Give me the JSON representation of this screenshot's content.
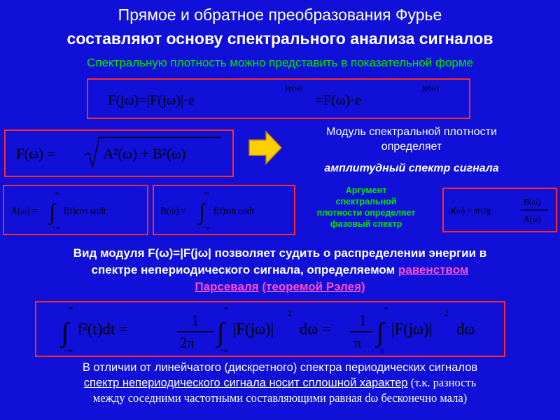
{
  "title": {
    "line1": "Прямое и обратное преобразования Фурье",
    "line2": "составляют основу спектрального анализа сигналов"
  },
  "subtitle": "Спектральную плотность можно представить в показательной форме",
  "formula_main": {
    "lhs": "F(jω)=|F(jω)|·e",
    "exp1": "jφ(ω)",
    "mid": "=F(ω)·e",
    "exp2": "jφ(ω)"
  },
  "formula_modulus": {
    "lhs": "F(ω) =",
    "radicand": "A²(ω) + B²(ω)"
  },
  "modulus_text": {
    "line1": "Модуль спектральной плотности",
    "line2": "определяет",
    "line3": "амплитудный спектр сигнала"
  },
  "formula_A": {
    "lhs": "A(ω) =",
    "upper": "∞",
    "lower": "−∞",
    "integrand": "f(t)cos ωtdt"
  },
  "formula_B": {
    "lhs": "B(ω) =",
    "upper": "∞",
    "lower": "−∞",
    "integrand": "f(t)sin ωtdt"
  },
  "phase_text": {
    "line1": "Аргумент",
    "line2": "спектральной",
    "line3": "плотности определяет",
    "line4": "фазовый спектр"
  },
  "formula_phase": {
    "lhs": "φ(ω) = arctg",
    "num": "B(ω)",
    "den": "A(ω)"
  },
  "energy_text": {
    "p1": "Вид модуля F(ω)=|F(jω| позволяет судить о распределении энергии в",
    "p2": "спектре непериодического сигнала, определяемом",
    "link1": "равенством",
    "link2": "Парсеваля",
    "link3": "(теоремой Рэлея)"
  },
  "formula_parseval": {
    "int1": "f²(t)dt =",
    "frac1_num": "1",
    "frac1_den": "2π",
    "abs1": "|F(jω)|",
    "sq": "2",
    "dw1": "dω =",
    "frac2_num": "1",
    "frac2_den": "π",
    "abs2": "|F(jω)|",
    "dw2": "dω",
    "upper": "∞",
    "lower1": "−∞",
    "lower2": "−∞",
    "lower3": "0"
  },
  "bottom_text": {
    "line1": "В отличии от  линейчатого (дискретного) спектра периодических сигналов",
    "line2_underlined": "спектр непериодического сигнала носит сплошной характер",
    "line2_rest": " (т.к. разность",
    "line3": "между соседними частотными составляющими равная dω  бесконечно мала)"
  },
  "colors": {
    "background": "#1010d8",
    "formula_bg": "#1010d8",
    "border": "#ff2a2a",
    "green": "#00e600",
    "arrow": "#ffd000",
    "link": "#ff4ad8"
  }
}
